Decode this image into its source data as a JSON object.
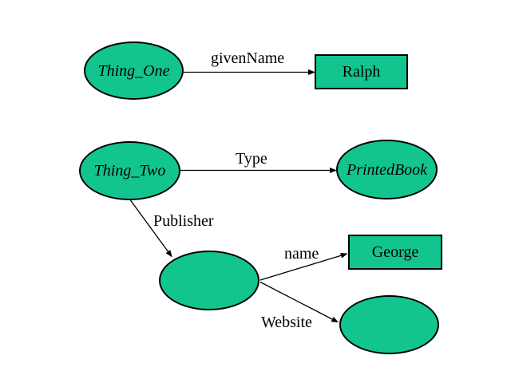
{
  "colors": {
    "background": "#ffffff",
    "node_fill": "#12c58f",
    "node_border": "#000000",
    "edge": "#000000",
    "text": "#000000"
  },
  "diagram": {
    "nodes": [
      {
        "id": "thing-one",
        "shape": "ellipse",
        "label": "Thing_One"
      },
      {
        "id": "ralph",
        "shape": "rect",
        "label": "Ralph"
      },
      {
        "id": "thing-two",
        "shape": "ellipse",
        "label": "Thing_Two"
      },
      {
        "id": "printed-book",
        "shape": "ellipse",
        "label": "PrintedBook"
      },
      {
        "id": "publisher-blank",
        "shape": "ellipse",
        "label": ""
      },
      {
        "id": "george",
        "shape": "rect",
        "label": "George"
      },
      {
        "id": "website-blank",
        "shape": "ellipse",
        "label": ""
      }
    ],
    "edges": [
      {
        "label": "givenName",
        "from": "thing-one",
        "to": "ralph"
      },
      {
        "label": "Type",
        "from": "thing-two",
        "to": "printed-book"
      },
      {
        "label": "Publisher",
        "from": "thing-two",
        "to": "publisher-blank"
      },
      {
        "label": "name",
        "from": "publisher-blank",
        "to": "george"
      },
      {
        "label": "Website",
        "from": "publisher-blank",
        "to": "website-blank"
      }
    ]
  }
}
